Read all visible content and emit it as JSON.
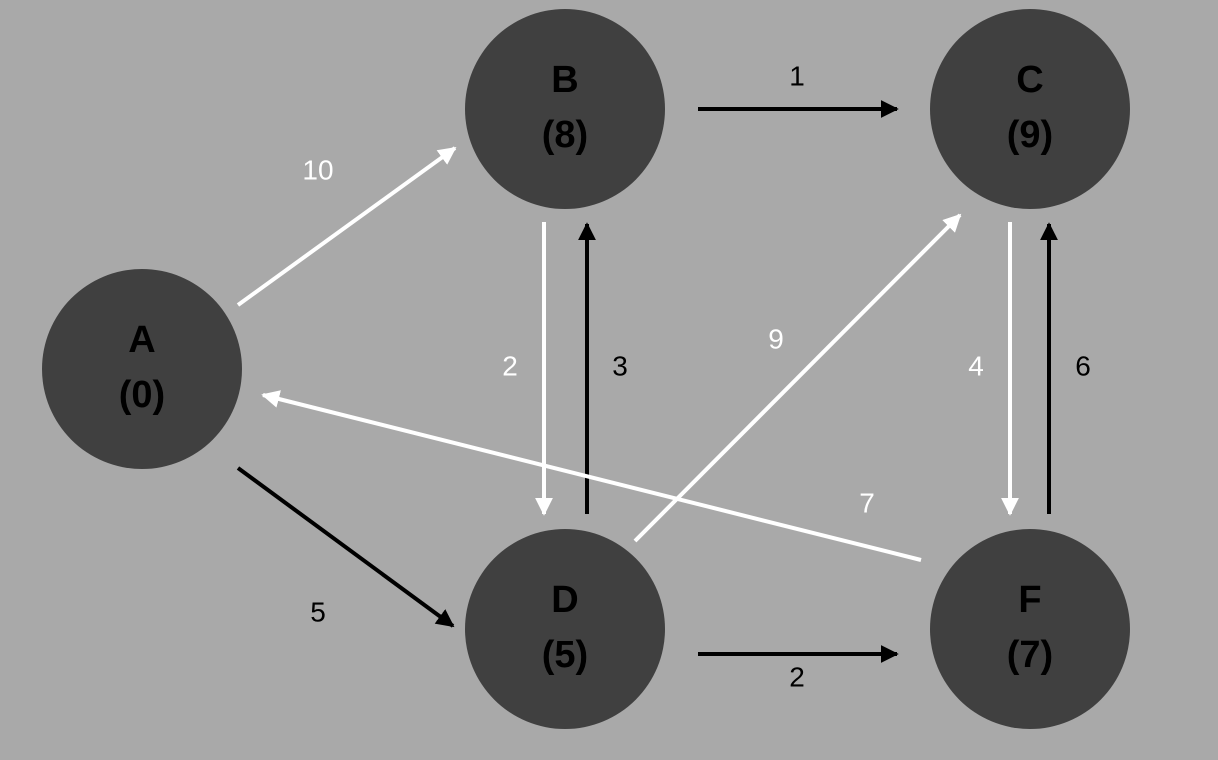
{
  "colors": {
    "background": "#a9a9a9",
    "node_fill": "#404040",
    "node_text": "#000000",
    "edge_dark": "#000000",
    "edge_light": "#ffffff"
  },
  "nodes": [
    {
      "id": "A",
      "label": "A",
      "distance": "(0)"
    },
    {
      "id": "B",
      "label": "B",
      "distance": "(8)"
    },
    {
      "id": "C",
      "label": "C",
      "distance": "(9)"
    },
    {
      "id": "D",
      "label": "D",
      "distance": "(5)"
    },
    {
      "id": "F",
      "label": "F",
      "distance": "(7)"
    }
  ],
  "edges": [
    {
      "id": "A-B",
      "from": "A",
      "to": "B",
      "weight": "10",
      "color": "light"
    },
    {
      "id": "A-D",
      "from": "A",
      "to": "D",
      "weight": "5",
      "color": "dark"
    },
    {
      "id": "B-C",
      "from": "B",
      "to": "C",
      "weight": "1",
      "color": "dark"
    },
    {
      "id": "B-D",
      "from": "B",
      "to": "D",
      "weight": "2",
      "color": "light"
    },
    {
      "id": "D-B",
      "from": "D",
      "to": "B",
      "weight": "3",
      "color": "dark"
    },
    {
      "id": "D-C",
      "from": "D",
      "to": "C",
      "weight": "9",
      "color": "light"
    },
    {
      "id": "F-A",
      "from": "F",
      "to": "A",
      "weight": "7",
      "color": "light"
    },
    {
      "id": "C-F",
      "from": "C",
      "to": "F",
      "weight": "4",
      "color": "light"
    },
    {
      "id": "F-C",
      "from": "F",
      "to": "C",
      "weight": "6",
      "color": "dark"
    },
    {
      "id": "D-F",
      "from": "D",
      "to": "F",
      "weight": "2",
      "color": "dark"
    }
  ]
}
